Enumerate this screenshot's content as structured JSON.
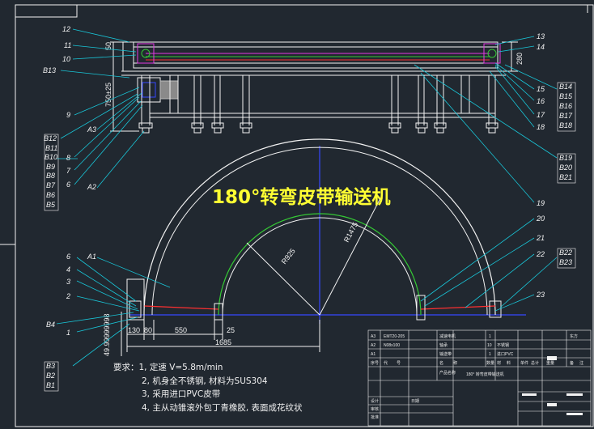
{
  "title": "180°转弯皮带输送机",
  "requirements": {
    "heading": "要求：",
    "items": [
      "1, 定速 V=5.8m/min",
      "2, 机身全不锈钢, 材料为SUS304",
      "3, 采用进口PVC皮带",
      "4, 主从动锥滚外包丁青橡胶, 表面成花纹状"
    ]
  },
  "callouts": {
    "left_top": [
      "12",
      "11",
      "10",
      "B13",
      "9",
      "A3",
      "B12",
      "B11",
      "B10",
      "B9",
      "B8",
      "B7",
      "B6",
      "B5",
      "8",
      "7",
      "6",
      "A2"
    ],
    "right_top": [
      "13",
      "14",
      "15",
      "16",
      "17",
      "18",
      "B14",
      "B15",
      "B16",
      "B17",
      "B18",
      "B19",
      "B20",
      "B21",
      "19"
    ],
    "left_bottom": [
      "6",
      "A1",
      "4",
      "3",
      "2",
      "B4",
      "1",
      "B3",
      "B2",
      "B1"
    ],
    "right_bottom": [
      "20",
      "21",
      "22",
      "23",
      "B22",
      "B23"
    ]
  },
  "dimensions": {
    "top_height_small": "50",
    "top_height_total": "750±25",
    "right_height": "280",
    "r_inner": "R925",
    "r_outer": "R1475",
    "bottom_130": "130",
    "bottom_80": "80",
    "bottom_550": "550",
    "bottom_25": "25",
    "bottom_1685": "1685",
    "vertical_49": "49.99999998"
  },
  "title_block": {
    "rows": [
      [
        "A3",
        "EMT20-205",
        "减速电机",
        "1",
        "",
        "东方"
      ],
      [
        "A2",
        "N08x100",
        "轴承",
        "10",
        "不锈钢",
        ""
      ],
      [
        "A1",
        "",
        "输送带",
        "1",
        "进口PVC",
        ""
      ]
    ],
    "header": [
      "序号",
      "代",
      "号",
      "名",
      "称",
      "数量",
      "材",
      "料",
      "单件",
      "总计",
      "重量",
      "备",
      "注"
    ],
    "product": "180° 转弯皮带输送机",
    "product_label": "产品名称",
    "footer": [
      "设计",
      "审核",
      "批准",
      "日期"
    ]
  },
  "colors": {
    "background": "#212830",
    "lines": "#f2f2f2",
    "leaders": "#19c6d8",
    "arc_green": "#35c935",
    "axis_blue": "#3648ff",
    "red": "#ff3030",
    "title_yellow": "#ffff33",
    "magenta": "#e23ae2"
  }
}
